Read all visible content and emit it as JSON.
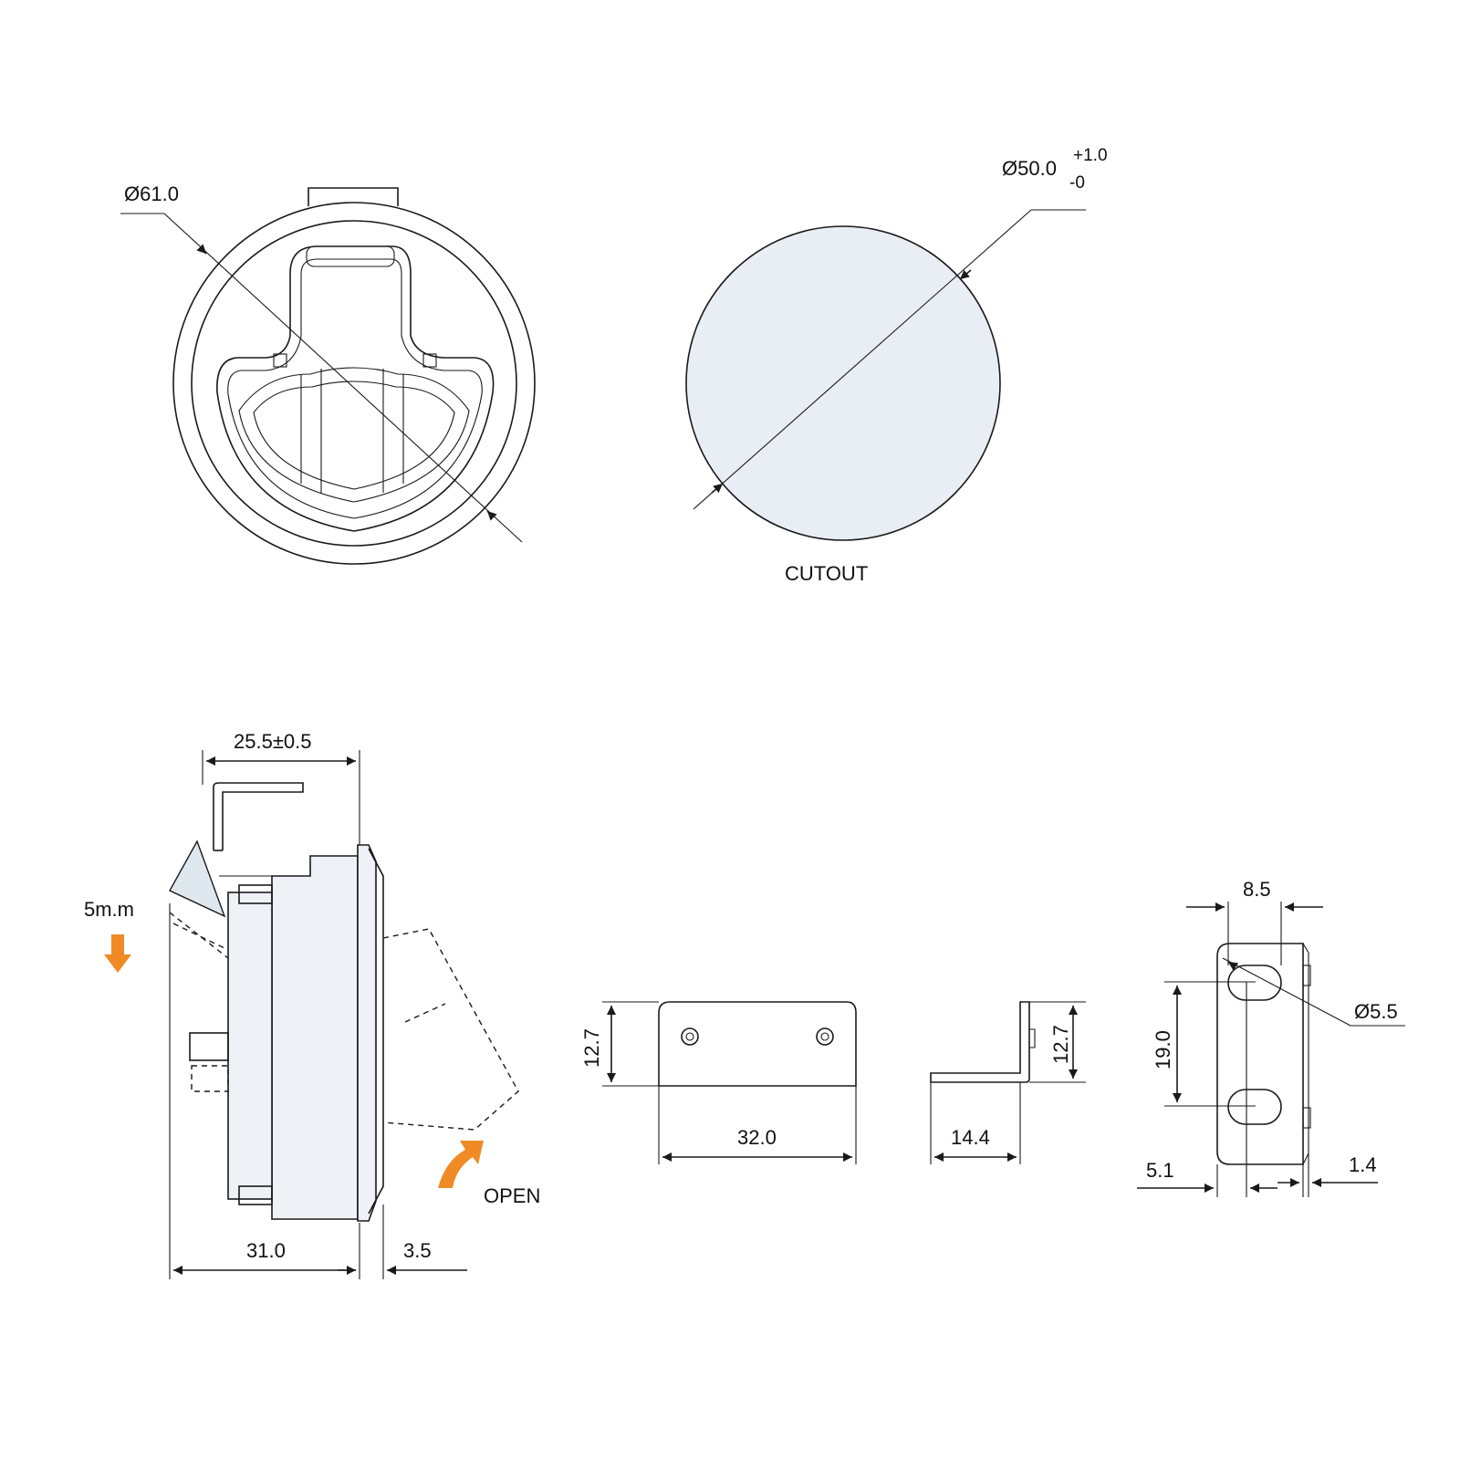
{
  "labels": {
    "top_outer_diameter": "Ø61.0",
    "cutout_diameter": "Ø50.0",
    "cutout_tol_plus": "+1.0",
    "cutout_tol_minus": "-0",
    "cutout_title": "CUTOUT",
    "side_width": "25.5±0.5",
    "push_distance": "5m.m",
    "open_label": "OPEN",
    "side_depth": "31.0",
    "flange_thickness": "3.5",
    "bracket_height_front": "12.7",
    "bracket_length": "32.0",
    "bracket_height_side": "12.7",
    "bracket_leg": "14.4",
    "plate_slot_width": "8.5",
    "plate_hole_dia": "Ø5.5",
    "plate_hole_spacing": "19.0",
    "plate_edge_offset": "5.1",
    "plate_thickness": "1.4"
  },
  "colors": {
    "line": "#1a1a1a",
    "fill": "#eef2f7",
    "arrow": "#f08a24"
  },
  "icons": {
    "push": "arrow-down-icon",
    "open": "curved-arrow-icon"
  }
}
